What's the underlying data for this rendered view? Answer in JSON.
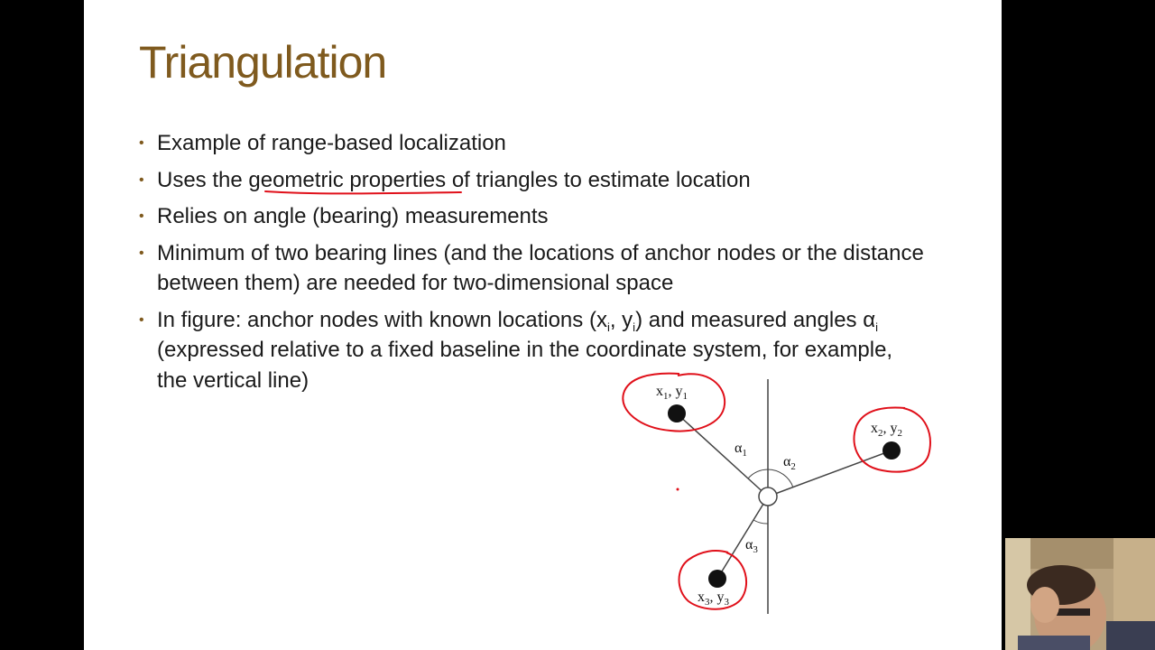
{
  "slide": {
    "title": "Triangulation",
    "bullets": [
      {
        "id": "b1",
        "text": "Example of range-based localization"
      },
      {
        "id": "b2",
        "pre": "Uses the ",
        "underlined": "geometric properties",
        "post": " of triangles to estimate location"
      },
      {
        "id": "b3",
        "text": "Relies on angle (bearing) measurements"
      },
      {
        "id": "b4",
        "text": "Minimum of two bearing lines (and the locations of anchor nodes or the distance between them) are needed for two-dimensional space"
      },
      {
        "id": "b5",
        "seg1": "In figure: anchor nodes with known locations (x",
        "sub1": "i",
        "seg2": ", y",
        "sub2": "i",
        "seg3": ") and measured angles α",
        "sub3": "i",
        "seg4": " (expressed relative to a fixed baseline in the coordinate system, for example, the vertical line)"
      }
    ]
  },
  "figure": {
    "anchors": [
      {
        "x": "x",
        "xsub": "1",
        "y": "y",
        "ysub": "1"
      },
      {
        "x": "x",
        "xsub": "2",
        "y": "y",
        "ysub": "2"
      },
      {
        "x": "x",
        "xsub": "3",
        "y": "y",
        "ysub": "3"
      }
    ],
    "angles": [
      {
        "symbol": "α",
        "sub": "1"
      },
      {
        "symbol": "α",
        "sub": "2"
      },
      {
        "symbol": "α",
        "sub": "3"
      }
    ]
  },
  "colors": {
    "title": "#7f5a1e",
    "bullet_dot": "#7f5a1e",
    "annotation": "#e0101a",
    "slide_bg": "#ffffff",
    "frame_bg": "#000000"
  }
}
